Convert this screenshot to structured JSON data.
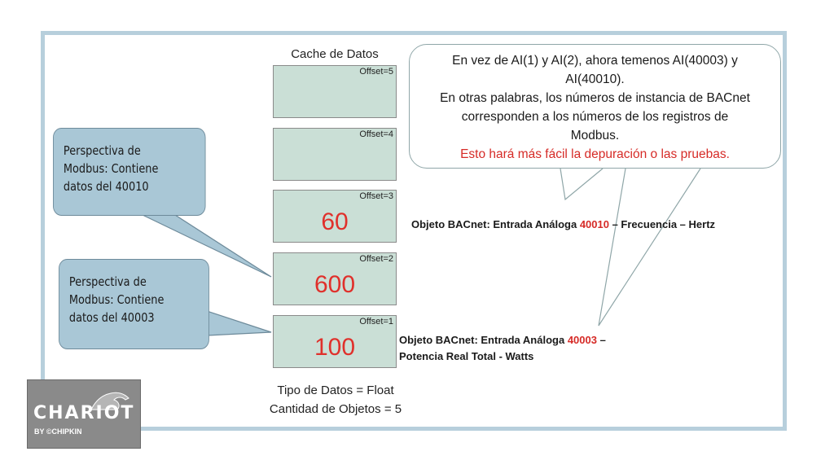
{
  "cache": {
    "title": "Cache de Datos",
    "cells": [
      {
        "offset": "Offset=5",
        "value": ""
      },
      {
        "offset": "Offset=4",
        "value": ""
      },
      {
        "offset": "Offset=3",
        "value": "60"
      },
      {
        "offset": "Offset=2",
        "value": "600"
      },
      {
        "offset": "Offset=1",
        "value": "100"
      }
    ]
  },
  "callout_top": {
    "line1": "Perspectiva de",
    "line2": "Modbus: Contiene",
    "line3": "datos del 40010"
  },
  "callout_bottom": {
    "line1": "Perspectiva de",
    "line2": "Modbus: Contiene",
    "line3": "datos del 40003"
  },
  "speech": {
    "line1": "En vez de AI(1) y AI(2), ahora temenos AI(40003) y",
    "line2": "AI(40010).",
    "line3": "En otras palabras, los números de instancia de BACnet",
    "line4": "corresponden a los números de los registros de",
    "line5": "Modbus.",
    "line6": "Esto hará más fácil la depuración o las pruebas."
  },
  "object_freq": {
    "prefix": "Objeto BACnet: Entrada Análoga ",
    "number": "40010",
    "suffix": " – Frecuencia – Hertz"
  },
  "object_power": {
    "prefix": "Objeto BACnet: Entrada Análoga ",
    "number": "40003",
    "suffix": " –",
    "line2": "Potencia Real Total - Watts"
  },
  "footer": {
    "line1": "Tipo de Datos = Float",
    "line2": "Cantidad de Objetos = 5"
  },
  "logo": {
    "wordmark": "CHARIOT",
    "byline": "BY ©CHIPKIN"
  },
  "colors": {
    "accent_red": "#d62b27",
    "cell_fill": "#cadfd6",
    "callout_fill": "#a9c7d6",
    "frame": "#b7cfdc"
  }
}
